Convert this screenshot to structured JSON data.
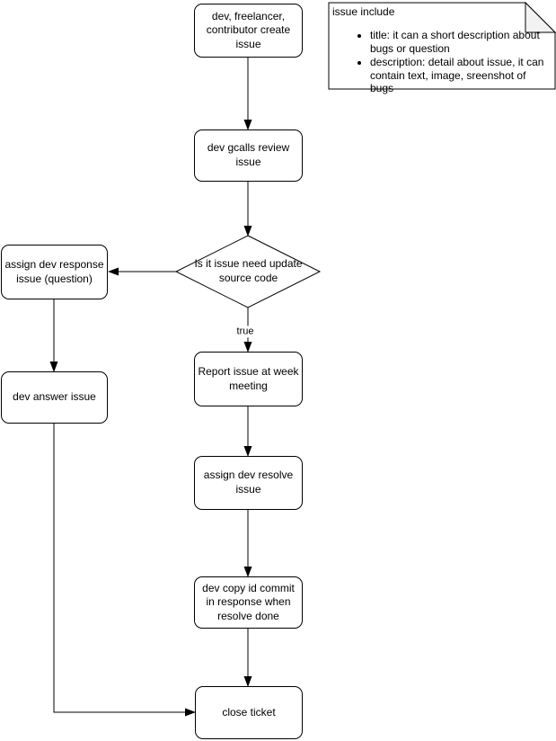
{
  "colors": {
    "stroke": "#000000",
    "shape_fill": "#ffffff",
    "note_fold_fill": "#f2f2f2",
    "text": "#000000"
  },
  "nodes": {
    "create_issue": "dev, freelancer, contributor create issue",
    "review_issue": "dev gcalls review issue",
    "decision": "Is it issue need update source code",
    "assign_response": "assign dev response issue (question)",
    "dev_answer": "dev answer issue",
    "report_meeting": "Report issue at week meeting",
    "assign_resolve": "assign dev resolve issue",
    "copy_commit": "dev copy id commit in response when resolve done",
    "close_ticket": "close ticket"
  },
  "edge_labels": {
    "decision_true": "true"
  },
  "note": {
    "title": "issue include",
    "bullets": [
      "title: it can a short description about bugs or question",
      "description: detail about issue, it can contain text, image, sreenshot of bugs"
    ]
  }
}
